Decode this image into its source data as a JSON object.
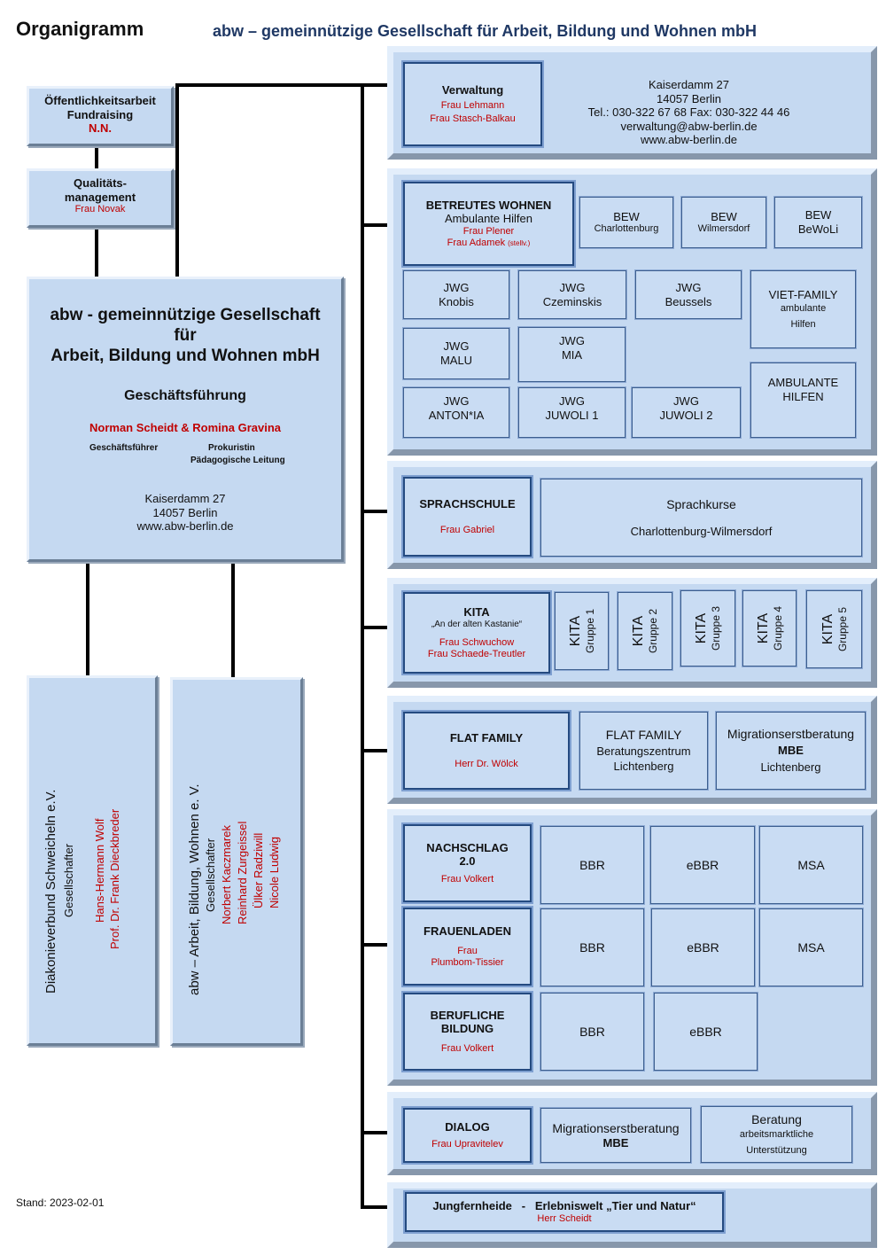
{
  "header": {
    "title": "Organigramm",
    "subtitle": "abw – gemeinnützige Gesellschaft für Arbeit, Bildung und Wohnen mbH"
  },
  "left": {
    "oeffentlichkeit": {
      "line1": "Öffentlichkeitsarbeit",
      "line2": "Fundraising",
      "person": "N.N."
    },
    "qualitaet": {
      "line1": "Qualitäts-",
      "line2": "management",
      "person": "Frau Novak"
    },
    "ceo": {
      "line1": "abw - gemeinnützige Gesellschaft",
      "line2": "für",
      "line3": "Arbeit, Bildung und Wohnen mbH",
      "heading": "Geschäftsführung",
      "names": "Norman Scheidt & Romina Gravina",
      "role1": "Geschäftsführer",
      "role2": "Prokuristin",
      "role3": "Pädagogische Leitung",
      "addr1": "Kaiserdamm 27",
      "addr2": "14057 Berlin",
      "addr3": "www.abw-berlin.de"
    },
    "diakonie": {
      "title": "Diakonieverbund Schweicheln e.V.",
      "sub": "Gesellschafter",
      "p1": "Hans-Hermann Wolf",
      "p2": "Prof. Dr. Frank Dieckbreder"
    },
    "ev": {
      "title": "abw – Arbeit, Bildung, Wohnen e. V.",
      "sub": "Gesellschafter",
      "p1": "Norbert Kaczmarek",
      "p2": "Reinhard Zurgeissel",
      "p3": "Ülker Radziwill",
      "p4": "Nicole Ludwig"
    },
    "stand": "Stand: 2023-02-01"
  },
  "verwaltung": {
    "title": "Verwaltung",
    "p1": "Frau Lehmann",
    "p2": "Frau Stasch-Balkau",
    "addr1": "Kaiserdamm 27",
    "addr2": "14057 Berlin",
    "addr3": "Tel.: 030-322 67 68 Fax: 030-322 44 46",
    "addr4": "verwaltung@abw-berlin.de",
    "addr5": "www.abw-berlin.de"
  },
  "wohnen": {
    "title": "BETREUTES WOHNEN",
    "sub": "Ambulante Hilfen",
    "p1": "Frau Plener",
    "p2": "Frau Adamek",
    "p2note": "(stellv.)",
    "bew1": {
      "a": "BEW",
      "b": "Charlottenburg"
    },
    "bew2": {
      "a": "BEW",
      "b": "Wilmersdorf"
    },
    "bew3": {
      "a": "BEW",
      "b": "BeWoLi"
    },
    "jwg_knobis": {
      "a": "JWG",
      "b": "Knobis"
    },
    "jwg_czem": {
      "a": "JWG",
      "b": "Czeminskis"
    },
    "jwg_beussels": {
      "a": "JWG",
      "b": "Beussels"
    },
    "viet": {
      "a": "VIET-FAMILY",
      "b": "ambulante",
      "c": "Hilfen"
    },
    "jwg_malu": {
      "a": "JWG",
      "b": "MALU"
    },
    "jwg_mia": {
      "a": "JWG",
      "b": "MIA"
    },
    "jwg_anton": {
      "a": "JWG",
      "b": "ANTON*IA"
    },
    "jwg_juwoli1": {
      "a": "JWG",
      "b": "JUWOLI 1"
    },
    "jwg_juwoli2": {
      "a": "JWG",
      "b": "JUWOLI 2"
    },
    "ambulante": {
      "a": "AMBULANTE",
      "b": "HILFEN"
    }
  },
  "sprachschule": {
    "title": "SPRACHSCHULE",
    "p1": "Frau Gabriel",
    "box1": "Sprachkurse",
    "box2": "Charlottenburg-Wilmersdorf"
  },
  "kita": {
    "title": "KITA",
    "sub": "„An der alten Kastanie“",
    "p1": "Frau Schwuchow",
    "p2": "Frau Schaede-Treutler",
    "groups": [
      {
        "a": "KITA",
        "b": "Gruppe 1"
      },
      {
        "a": "KITA",
        "b": "Gruppe 2"
      },
      {
        "a": "KITA",
        "b": "Gruppe 3"
      },
      {
        "a": "KITA",
        "b": "Gruppe 4"
      },
      {
        "a": "KITA",
        "b": "Gruppe 5"
      }
    ]
  },
  "flat": {
    "title": "FLAT FAMILY",
    "p1": "Herr Dr. Wölck",
    "b1a": "FLAT FAMILY",
    "b1b": "Beratungszentrum",
    "b1c": "Lichtenberg",
    "b2a": "Migrationserstberatung",
    "b2b": "MBE",
    "b2c": "Lichtenberg"
  },
  "bildung": {
    "nachschlag": {
      "t1": "NACHSCHLAG",
      "t2": "2.0",
      "p1": "Frau Volkert",
      "c1": "BBR",
      "c2": "eBBR",
      "c3": "MSA"
    },
    "frauenladen": {
      "t1": "FRAUENLADEN",
      "p1": "Frau",
      "p2": "Plumbom-Tissier",
      "c1": "BBR",
      "c2": "eBBR",
      "c3": "MSA"
    },
    "beruflich": {
      "t1": "BERUFLICHE",
      "t2": "BILDUNG",
      "p1": "Frau Volkert",
      "c1": "BBR",
      "c2": "eBBR"
    }
  },
  "dialog": {
    "title": "DIALOG",
    "p1": "Frau Upravitelev",
    "b1a": "Migrationserstberatung",
    "b1b": "MBE",
    "b2a": "Beratung",
    "b2b": "arbeitsmarktliche",
    "b2c": "Unterstützung"
  },
  "jungfern": {
    "title": "Jungfernheide   -   Erlebniswelt „Tier und Natur“",
    "p1": "Herr Scheidt"
  }
}
